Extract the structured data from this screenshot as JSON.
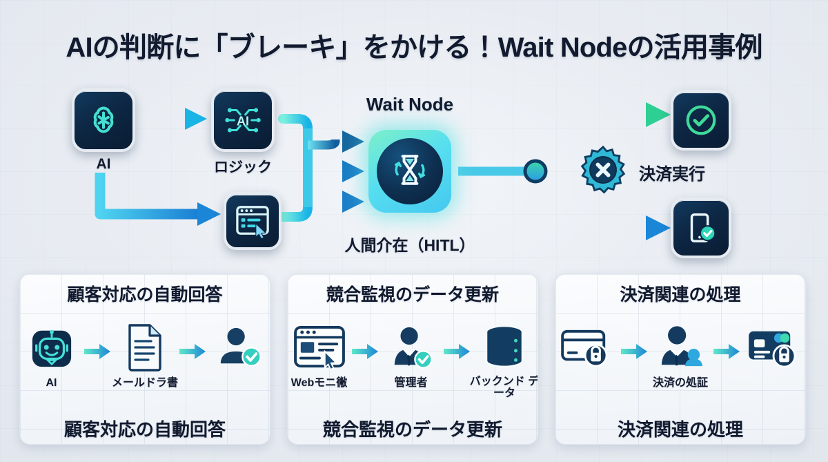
{
  "title": "AIの判断に「ブレーキ」をかける！Wait Nodeの活用事例",
  "colors": {
    "background": "#e8ecf2",
    "tile_dark": "#0d2744",
    "cyan": "#35d6e8",
    "blue": "#2b9ae8",
    "green": "#34d399",
    "text_dark": "#111a2e"
  },
  "diagram": {
    "nodes": [
      {
        "id": "ai",
        "label": "AI",
        "icon": "openai-logo-icon"
      },
      {
        "id": "logic",
        "label": "ロジック",
        "icon": "ai-chip-icon"
      },
      {
        "id": "browser",
        "label": "",
        "icon": "browser-cursor-icon"
      },
      {
        "id": "approve",
        "label": "",
        "icon": "check-circle-icon"
      },
      {
        "id": "mobile",
        "label": "",
        "icon": "mobile-check-icon"
      }
    ],
    "wait_node": {
      "title": "Wait Node",
      "subtitle": "人間介在（HITL）",
      "icon": "hourglass-refresh-icon"
    },
    "decision": {
      "label": "決済実行",
      "icon": "gear-x-icon"
    }
  },
  "cards": [
    {
      "title": "顧客対応の自動回答",
      "footer": "顧客対応の自動回答",
      "steps": [
        {
          "label": "AI",
          "icon": "robot-face-icon"
        },
        {
          "label": "メールドラ書",
          "icon": "document-icon"
        },
        {
          "label": "",
          "icon": "person-check-icon"
        }
      ]
    },
    {
      "title": "競合監視のデータ更新",
      "footer": "競合監視のデータ更新",
      "steps": [
        {
          "label": "Webモニ徶",
          "icon": "browser-cursor-icon"
        },
        {
          "label": "管理者",
          "icon": "manager-check-icon"
        },
        {
          "label": "バックンド\nデータ",
          "icon": "database-icon"
        }
      ]
    },
    {
      "title": "決済関連の処理",
      "footer": "決済関連の処理",
      "steps": [
        {
          "label": "",
          "icon": "credit-card-lock-icon"
        },
        {
          "label": "決済の処証",
          "icon": "manager-user-icon"
        },
        {
          "label": "",
          "icon": "card-lock-icon"
        }
      ]
    }
  ]
}
